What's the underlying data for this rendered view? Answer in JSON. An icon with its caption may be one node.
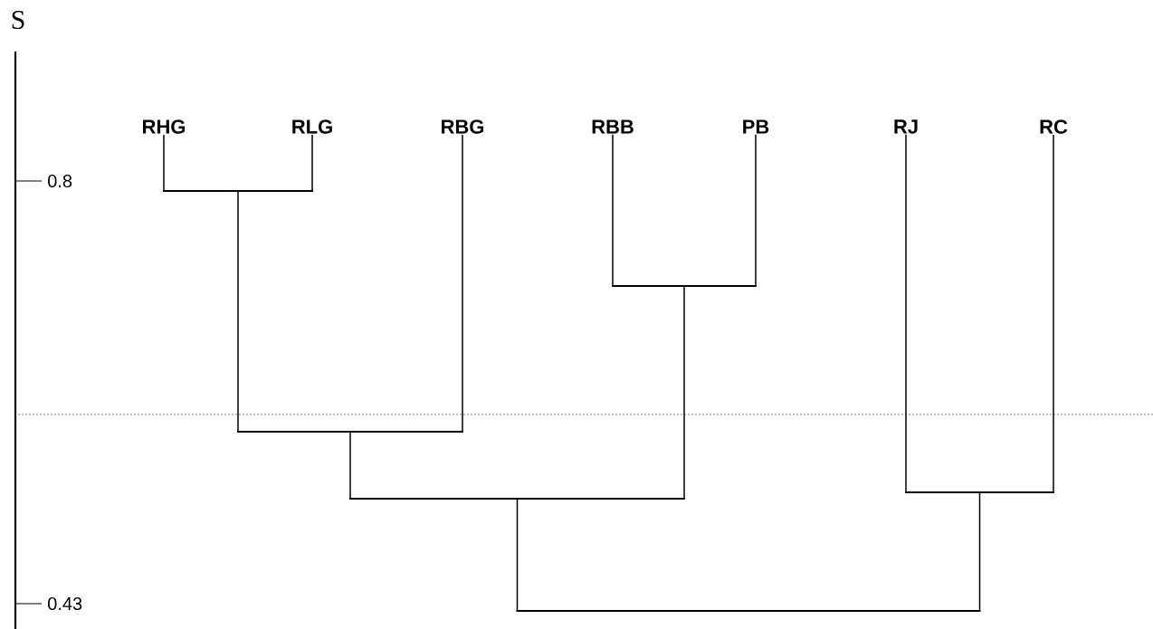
{
  "diagram": {
    "nodes": [
      {
        "text": [
          "RHG"
        ]
      },
      {
        "text": [
          "RLG"
        ]
      },
      {
        "text": [
          "RBG"
        ]
      },
      {
        "text": [
          "RBB"
        ]
      },
      {
        "text": [
          "PB"
        ]
      },
      {
        "text": [
          "RJ"
        ]
      },
      {
        "text": [
          "RC"
        ]
      },
      {
        "text": [],
        "shape": "bar"
      },
      {
        "text": [],
        "shape": "bar"
      },
      {
        "text": [],
        "shape": "bar"
      },
      {
        "text": [],
        "shape": "bar"
      },
      {
        "text": [],
        "shape": "bar"
      },
      {
        "text": [],
        "shape": "bar"
      }
    ],
    "edges": [
      {
        "from": 0,
        "to": 7,
        "arrow": "none"
      },
      {
        "from": 1,
        "to": 7,
        "arrow": "none"
      },
      {
        "from": 3,
        "to": 8,
        "arrow": "none"
      },
      {
        "from": 4,
        "to": 8,
        "arrow": "none"
      },
      {
        "from": 7,
        "to": 9,
        "arrow": "none"
      },
      {
        "from": 2,
        "to": 9,
        "arrow": "none"
      },
      {
        "from": 9,
        "to": 10,
        "arrow": "none"
      },
      {
        "from": 8,
        "to": 10,
        "arrow": "none"
      },
      {
        "from": 5,
        "to": 11,
        "arrow": "none"
      },
      {
        "from": 6,
        "to": 11,
        "arrow": "none"
      },
      {
        "from": 10,
        "to": 12,
        "arrow": "none"
      },
      {
        "from": 11,
        "to": 12,
        "arrow": "none"
      }
    ],
    "labels": [
      "S",
      "0.8",
      "0.43"
    ]
  }
}
